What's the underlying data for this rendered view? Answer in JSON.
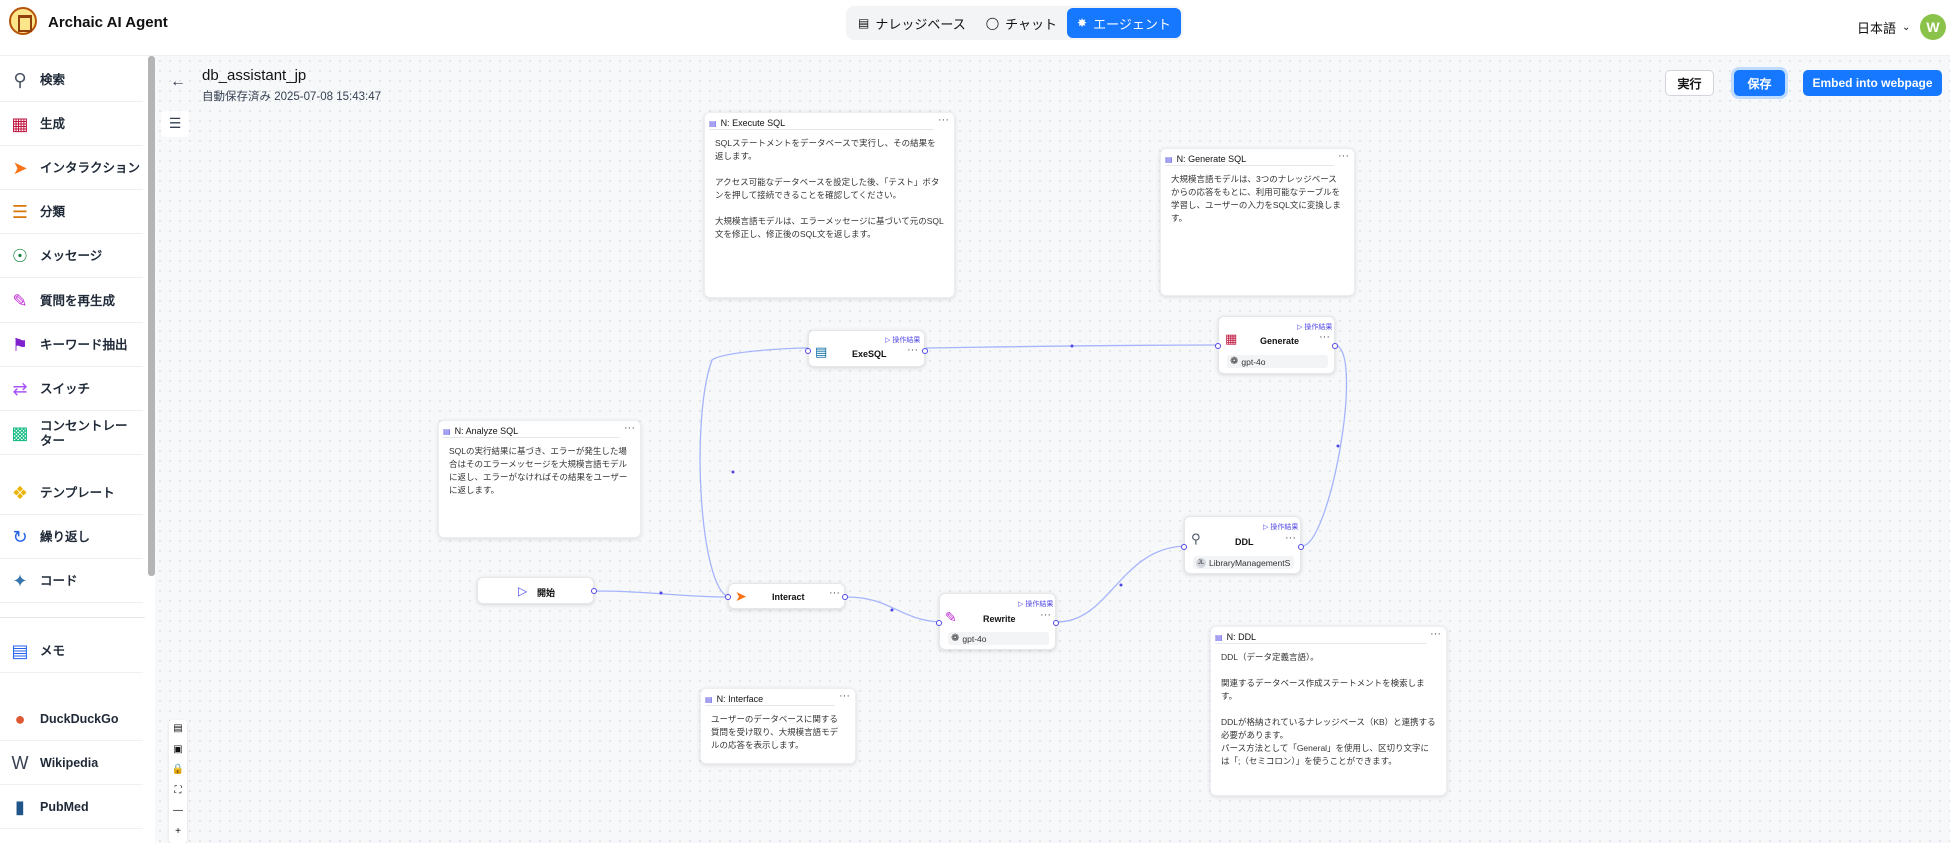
{
  "header": {
    "app_name": "Archaic AI Agent",
    "nav_tabs": [
      {
        "label": "ナレッジベース",
        "icon": "database-icon",
        "active": false
      },
      {
        "label": "チャット",
        "icon": "chat-icon",
        "active": false
      },
      {
        "label": "エージェント",
        "icon": "agent-icon",
        "active": true
      }
    ],
    "language": "日本語",
    "avatar_letter": "W",
    "accent_color": "#1677ff"
  },
  "sidebar": {
    "items": [
      {
        "label": "検索",
        "icon": "retrieval-icon",
        "color": "#4b5563"
      },
      {
        "label": "生成",
        "icon": "generate-icon",
        "color": "#be123c"
      },
      {
        "label": "インタラクション",
        "icon": "send-icon",
        "color": "#f97316"
      },
      {
        "label": "分類",
        "icon": "categorize-icon",
        "color": "#d97706"
      },
      {
        "label": "メッセージ",
        "icon": "message-icon",
        "color": "#15803d"
      },
      {
        "label": "質問を再生成",
        "icon": "rewrite-icon",
        "color": "#c026d3"
      },
      {
        "label": "キーワード抽出",
        "icon": "keyword-icon",
        "color": "#7e22ce"
      },
      {
        "label": "スイッチ",
        "icon": "switch-icon",
        "color": "#a855f7"
      },
      {
        "label": "コンセントレーター",
        "icon": "concentrator-icon",
        "color": "#10b981"
      },
      {
        "label": "テンプレート",
        "icon": "template-icon",
        "color": "#eab308"
      },
      {
        "label": "繰り返し",
        "icon": "loop-icon",
        "color": "#2563eb"
      },
      {
        "label": "コード",
        "icon": "python-icon",
        "color": "#3776ab"
      },
      {
        "label": "メモ",
        "icon": "note-icon",
        "color": "#2563eb"
      },
      {
        "label": "DuckDuckGo",
        "icon": "duckduckgo-icon",
        "color": "#de5833"
      },
      {
        "label": "Wikipedia",
        "icon": "wikipedia-icon",
        "color": "#374151"
      },
      {
        "label": "PubMed",
        "icon": "pubmed-icon",
        "color": "#20558a"
      }
    ]
  },
  "flow": {
    "title": "db_assistant_jp",
    "autosave": "自動保存済み 2025-07-08 15:43:47",
    "buttons": {
      "run": "実行",
      "save": "保存",
      "embed": "Embed into webpage"
    }
  },
  "notes": [
    {
      "title": "N: Execute SQL",
      "body": "SQLステートメントをデータベースで実行し、その結果を返します。\n\nアクセス可能なデータベースを設定した後、「テスト」ボタンを押して接続できることを確認してください。\n\n大規模言語モデルは、エラーメッセージに基づいて元のSQL文を修正し、修正後のSQL文を返します。"
    },
    {
      "title": "N: Generate SQL",
      "body": "大規模言語モデルは、3つのナレッジベースからの応答をもとに、利用可能なテーブルを学習し、ユーザーの入力をSQL文に変換します。"
    },
    {
      "title": "N: Analyze SQL",
      "body": "SQLの実行結果に基づき、エラーが発生した場合はそのエラーメッセージを大規模言語モデルに返し、エラーがなければその結果をユーザーに返します。"
    },
    {
      "title": "N: Interface",
      "body": "ユーザーのデータベースに関する質問を受け取り、大規模言語モデルの応答を表示します。"
    },
    {
      "title": "N: DDL",
      "body": "DDL（データ定義言語）。\n\n関連するデータベース作成ステートメントを検索します。\n\nDDLが格納されているナレッジベース（KB）と連携する必要があります。\nパース方法として「General」を使用し、区切り文字には「;（セミコロン）」を使うことができます。"
    }
  ],
  "nodes": [
    {
      "label": "開始",
      "icon": "play-icon"
    },
    {
      "label": "Interact",
      "icon": "send-icon"
    },
    {
      "label": "Rewrite",
      "icon": "rewrite-icon",
      "model": "gpt-4o",
      "result": "操作結果"
    },
    {
      "label": "DDL",
      "icon": "retrieval-icon",
      "model": "LibraryManagementS",
      "result": "操作結果"
    },
    {
      "label": "Generate",
      "icon": "generate-icon",
      "model": "gpt-4o",
      "result": "操作結果"
    },
    {
      "label": "ExeSQL",
      "icon": "database-icon",
      "result": "操作結果"
    }
  ],
  "canvas_controls": [
    "save-to-file-icon",
    "load-file-icon",
    "lock-icon",
    "fit-view-icon",
    "zoom-out-icon",
    "zoom-in-icon"
  ]
}
